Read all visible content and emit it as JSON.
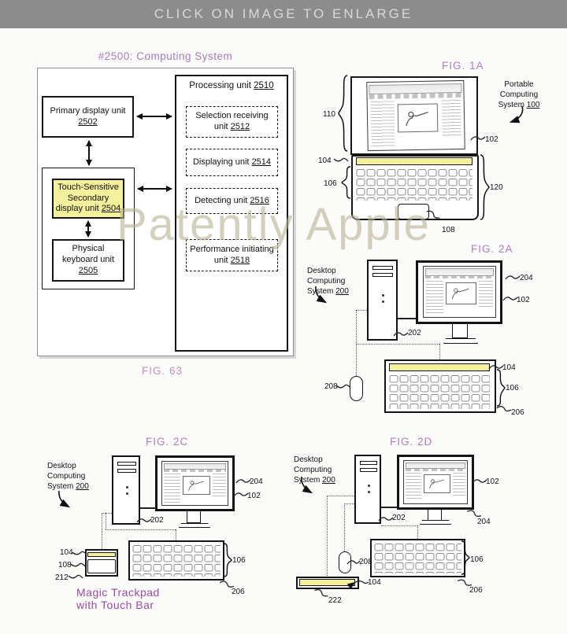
{
  "header": {
    "banner": "CLICK ON IMAGE TO ENLARGE"
  },
  "watermark": "Patently Apple",
  "colors": {
    "banner_bg": "#8c8c8c",
    "accent_purple": "#a97bbd",
    "caption_purple": "#9b4aa3",
    "highlight_yellow": "#f4f09c",
    "watermark": "#b6b091"
  },
  "fig63": {
    "title": "#2500: Computing System",
    "caption": "FIG. 63",
    "processing": {
      "label": "Processing unit",
      "num": "2510"
    },
    "blocks": {
      "primary": {
        "label": "Primary display unit",
        "num": "2502"
      },
      "touch": {
        "label": "Touch-Sensitive Secondary display unit",
        "num": "2504"
      },
      "keyboard": {
        "label": "Physical keyboard unit",
        "num": "2505"
      }
    },
    "units": [
      {
        "label": "Selection receiving unit",
        "num": "2512"
      },
      {
        "label": "Displaying unit",
        "num": "2514"
      },
      {
        "label": "Detecting unit",
        "num": "2516"
      },
      {
        "label": "Performance initiating unit",
        "num": "2518"
      }
    ]
  },
  "fig1a": {
    "caption": "FIG. 1A",
    "system": {
      "label": "Portable Computing System",
      "num": "100"
    },
    "callouts": {
      "n110": "110",
      "n102": "102",
      "n104": "104",
      "n106": "106",
      "n120": "120",
      "n108": "108"
    }
  },
  "fig2a": {
    "caption": "FIG. 2A",
    "system": {
      "label": "Desktop Computing System",
      "num": "200"
    },
    "callouts": {
      "n204": "204",
      "n102": "102",
      "n202": "202",
      "n208": "208",
      "n104": "104",
      "n106": "106",
      "n206": "206"
    }
  },
  "fig2c": {
    "caption": "FIG. 2C",
    "caption2": "Magic Trackpad with Touch Bar",
    "system": {
      "label": "Desktop Computing System",
      "num": "200"
    },
    "callouts": {
      "n204": "204",
      "n102": "102",
      "n202": "202",
      "n104": "104",
      "n108": "108",
      "n212": "212",
      "n106": "106",
      "n206": "206"
    }
  },
  "fig2d": {
    "caption": "FIG. 2D",
    "system": {
      "label": "Desktop Computing System",
      "num": "200"
    },
    "callouts": {
      "n102": "102",
      "n204": "204",
      "n202": "202",
      "n208": "208",
      "n104": "104",
      "n222": "222",
      "n106": "106",
      "n206": "206"
    }
  }
}
